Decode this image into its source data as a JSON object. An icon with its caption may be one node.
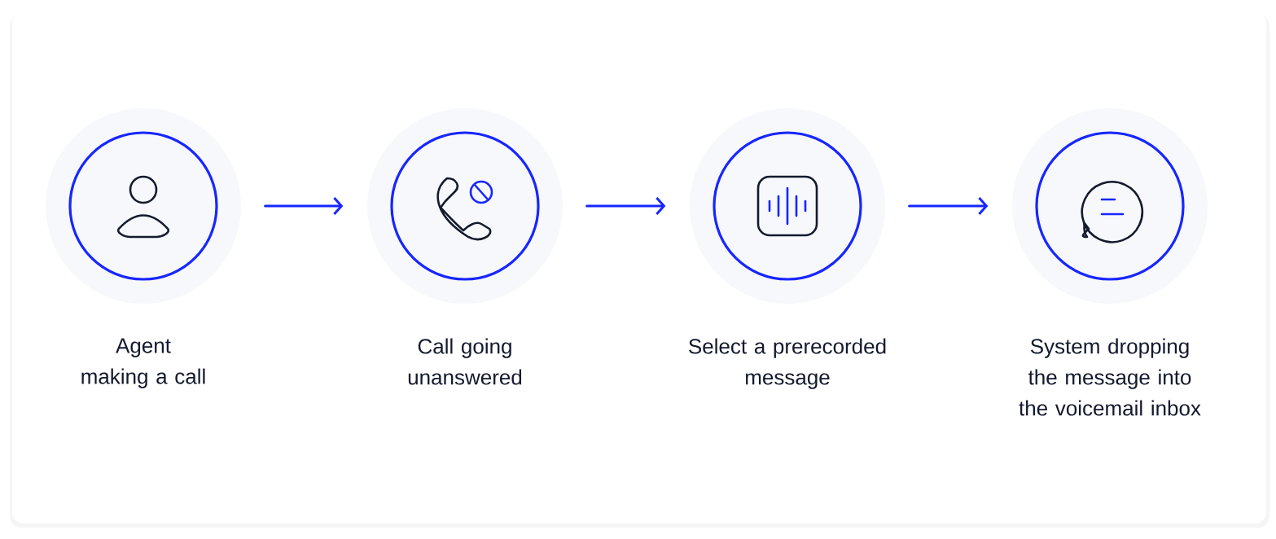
{
  "diagram": {
    "nodes": [
      {
        "text": [
          "Agent making a call"
        ]
      },
      {
        "text": [
          "Call going unanswered"
        ]
      },
      {
        "text": [
          "Select a prerecorded message"
        ]
      },
      {
        "text": [
          "System dropping the message into the voicemail inbox"
        ]
      }
    ],
    "edges": [
      {
        "from": 0,
        "to": 1,
        "arrow": "to"
      },
      {
        "from": 1,
        "to": 2,
        "arrow": "to"
      },
      {
        "from": 2,
        "to": 3,
        "arrow": "to"
      }
    ]
  }
}
